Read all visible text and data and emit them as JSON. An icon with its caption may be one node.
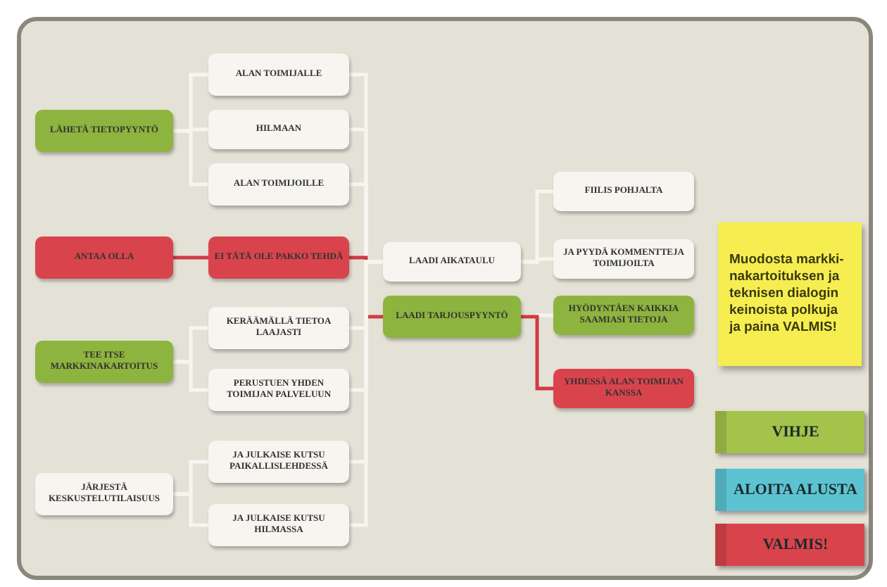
{
  "diagram": {
    "nodes": [
      {
        "text": [
          "LÄHETÄ TIETOPYYNTÖ"
        ]
      },
      {
        "text": [
          "ALAN TOIMIJALLE"
        ]
      },
      {
        "text": [
          "HILMAAN"
        ]
      },
      {
        "text": [
          "ALAN TOIMIJOILLE"
        ]
      },
      {
        "text": [
          "ANTAA OLLA"
        ]
      },
      {
        "text": [
          "EI TÄTÄ OLE PAKKO TEHDÄ"
        ]
      },
      {
        "text": [
          "LAADI AIKATAULU"
        ]
      },
      {
        "text": [
          "LAADI TARJOUSPYYNTÖ"
        ]
      },
      {
        "text": [
          "FIILIS POHJALTA"
        ]
      },
      {
        "text": [
          "JA PYYDÄ KOMMENTTEJA TOIMIJOILTA"
        ]
      },
      {
        "text": [
          "HYÖDYNTÄEN KAIKKIA SAAMIASI TIETOJA"
        ]
      },
      {
        "text": [
          "YHDESSÄ ALAN TOIMIJAN KANSSA"
        ]
      },
      {
        "text": [
          "TEE ITSE MARKKINAKARTOITUS"
        ]
      },
      {
        "text": [
          "KERÄÄMÄLLÄ TIETOA LAAJASTI"
        ]
      },
      {
        "text": [
          "PERUSTUEN YHDEN TOIMIJAN PALVELUUN"
        ]
      },
      {
        "text": [
          "JÄRJESTÄ KESKUSTELUTILAISUUS"
        ]
      },
      {
        "text": [
          "JA JULKAISE KUTSU PAIKALLISLEHDESSÄ"
        ]
      },
      {
        "text": [
          "JA JULKAISE KUTSU HILMASSA"
        ]
      },
      {
        "text": [
          "Muodosta markki-nakartoituksen ja teknisen dialogin keinoista polkuja ja paina VALMIS!"
        ]
      },
      {
        "text": [
          "VIHJE"
        ]
      },
      {
        "text": [
          "ALOITA ALUSTA"
        ]
      },
      {
        "text": [
          "VALMIS!"
        ]
      }
    ],
    "edges": [
      {
        "from": 0,
        "to": 1,
        "arrow": "none"
      },
      {
        "from": 0,
        "to": 2,
        "arrow": "none"
      },
      {
        "from": 0,
        "to": 3,
        "arrow": "none"
      },
      {
        "from": 1,
        "to": 6,
        "arrow": "none"
      },
      {
        "from": 2,
        "to": 6,
        "arrow": "none"
      },
      {
        "from": 3,
        "to": 6,
        "arrow": "none"
      },
      {
        "from": 4,
        "to": 5,
        "arrow": "none",
        "color": "#d03a42"
      },
      {
        "from": 5,
        "to": 7,
        "arrow": "none",
        "color": "#d03a42"
      },
      {
        "from": 6,
        "to": 8,
        "arrow": "none"
      },
      {
        "from": 6,
        "to": 9,
        "arrow": "none"
      },
      {
        "from": 7,
        "to": 10,
        "arrow": "none"
      },
      {
        "from": 7,
        "to": 11,
        "arrow": "none",
        "color": "#d03a42"
      },
      {
        "from": 12,
        "to": 13,
        "arrow": "none"
      },
      {
        "from": 12,
        "to": 14,
        "arrow": "none"
      },
      {
        "from": 13,
        "to": 6,
        "arrow": "none"
      },
      {
        "from": 14,
        "to": 6,
        "arrow": "none"
      },
      {
        "from": 15,
        "to": 16,
        "arrow": "none"
      },
      {
        "from": 15,
        "to": 17,
        "arrow": "none"
      },
      {
        "from": 16,
        "to": 6,
        "arrow": "none"
      },
      {
        "from": 17,
        "to": 6,
        "arrow": "none"
      }
    ]
  }
}
